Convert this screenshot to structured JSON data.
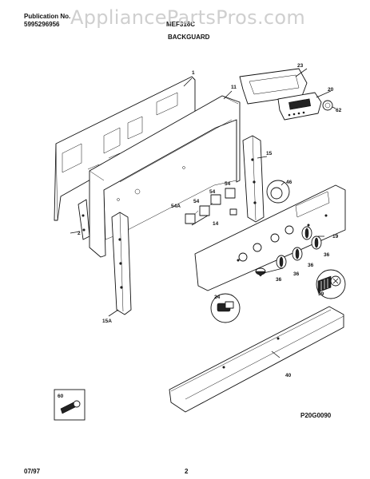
{
  "header": {
    "publication_label": "Publication No.",
    "publication_number": "5995296956",
    "watermark": "AppliancePartsPros.com",
    "model": "MEF316C",
    "section_title": "BACKGUARD"
  },
  "footer": {
    "date": "07/97",
    "page_number": "2",
    "figure_code": "P20G0090"
  },
  "callouts": [
    {
      "id": "1",
      "label": "1"
    },
    {
      "id": "2",
      "label": "2"
    },
    {
      "id": "11",
      "label": "11"
    },
    {
      "id": "14",
      "label": "14"
    },
    {
      "id": "15",
      "label": "15"
    },
    {
      "id": "15A",
      "label": "15A"
    },
    {
      "id": "19",
      "label": "19"
    },
    {
      "id": "20",
      "label": "20"
    },
    {
      "id": "23",
      "label": "23"
    },
    {
      "id": "24",
      "label": "24"
    },
    {
      "id": "36a",
      "label": "36"
    },
    {
      "id": "36b",
      "label": "36"
    },
    {
      "id": "36c",
      "label": "36"
    },
    {
      "id": "36d",
      "label": "36"
    },
    {
      "id": "40",
      "label": "40"
    },
    {
      "id": "46",
      "label": "46"
    },
    {
      "id": "54a",
      "label": "54"
    },
    {
      "id": "54b",
      "label": "54"
    },
    {
      "id": "54c",
      "label": "54"
    },
    {
      "id": "54A",
      "label": "54A"
    },
    {
      "id": "60",
      "label": "60"
    },
    {
      "id": "62",
      "label": "62"
    },
    {
      "id": "99",
      "label": "99"
    }
  ]
}
